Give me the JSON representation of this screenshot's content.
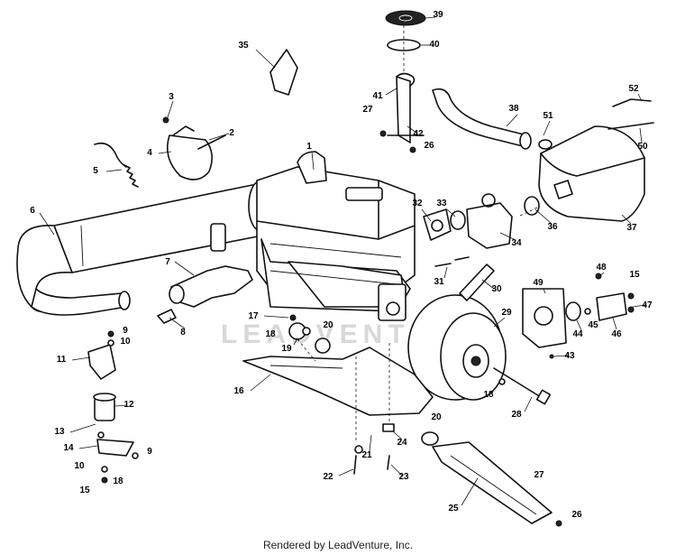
{
  "watermark": "LEADVENTURE",
  "footer": "Rendered by LeadVenture, Inc.",
  "callouts": [
    {
      "id": "1",
      "label": "1"
    },
    {
      "id": "2",
      "label": "2"
    },
    {
      "id": "3",
      "label": "3"
    },
    {
      "id": "4",
      "label": "4"
    },
    {
      "id": "5",
      "label": "5"
    },
    {
      "id": "6",
      "label": "6"
    },
    {
      "id": "7",
      "label": "7"
    },
    {
      "id": "8",
      "label": "8"
    },
    {
      "id": "9a",
      "label": "9"
    },
    {
      "id": "9b",
      "label": "9"
    },
    {
      "id": "10a",
      "label": "10"
    },
    {
      "id": "10b",
      "label": "10"
    },
    {
      "id": "11",
      "label": "11"
    },
    {
      "id": "12",
      "label": "12"
    },
    {
      "id": "13",
      "label": "13"
    },
    {
      "id": "14",
      "label": "14"
    },
    {
      "id": "15a",
      "label": "15"
    },
    {
      "id": "15b",
      "label": "15"
    },
    {
      "id": "16",
      "label": "16"
    },
    {
      "id": "17",
      "label": "17"
    },
    {
      "id": "18a",
      "label": "18"
    },
    {
      "id": "18b",
      "label": "18"
    },
    {
      "id": "18c",
      "label": "18"
    },
    {
      "id": "19",
      "label": "19"
    },
    {
      "id": "20a",
      "label": "20"
    },
    {
      "id": "20b",
      "label": "20"
    },
    {
      "id": "21",
      "label": "21"
    },
    {
      "id": "22",
      "label": "22"
    },
    {
      "id": "23",
      "label": "23"
    },
    {
      "id": "24",
      "label": "24"
    },
    {
      "id": "25",
      "label": "25"
    },
    {
      "id": "26a",
      "label": "26"
    },
    {
      "id": "26b",
      "label": "26"
    },
    {
      "id": "27a",
      "label": "27"
    },
    {
      "id": "27b",
      "label": "27"
    },
    {
      "id": "28",
      "label": "28"
    },
    {
      "id": "29",
      "label": "29"
    },
    {
      "id": "30",
      "label": "30"
    },
    {
      "id": "31",
      "label": "31"
    },
    {
      "id": "32",
      "label": "32"
    },
    {
      "id": "33",
      "label": "33"
    },
    {
      "id": "34",
      "label": "34"
    },
    {
      "id": "35",
      "label": "35"
    },
    {
      "id": "36",
      "label": "36"
    },
    {
      "id": "37",
      "label": "37"
    },
    {
      "id": "38",
      "label": "38"
    },
    {
      "id": "39",
      "label": "39"
    },
    {
      "id": "40",
      "label": "40"
    },
    {
      "id": "41",
      "label": "41"
    },
    {
      "id": "42",
      "label": "42"
    },
    {
      "id": "43",
      "label": "43"
    },
    {
      "id": "44",
      "label": "44"
    },
    {
      "id": "45",
      "label": "45"
    },
    {
      "id": "46",
      "label": "46"
    },
    {
      "id": "47",
      "label": "47"
    },
    {
      "id": "48",
      "label": "48"
    },
    {
      "id": "49",
      "label": "49"
    },
    {
      "id": "50",
      "label": "50"
    },
    {
      "id": "51",
      "label": "51"
    },
    {
      "id": "52",
      "label": "52"
    }
  ]
}
